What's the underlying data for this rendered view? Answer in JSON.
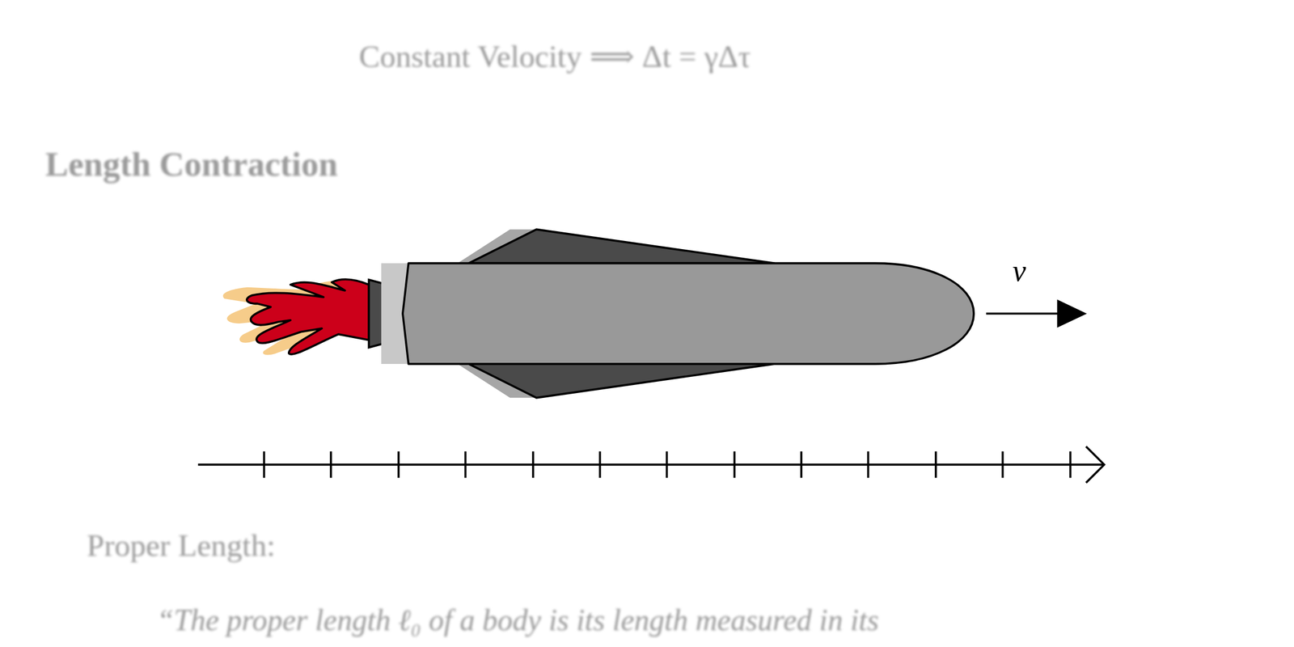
{
  "diagram": {
    "title": "Length Contraction",
    "labels": [
      "Constant Velocity ⟹ Δt = γΔτ",
      "v",
      "Proper Length:",
      "“The proper length ℓ₀ of a body is its length measured in its"
    ]
  }
}
